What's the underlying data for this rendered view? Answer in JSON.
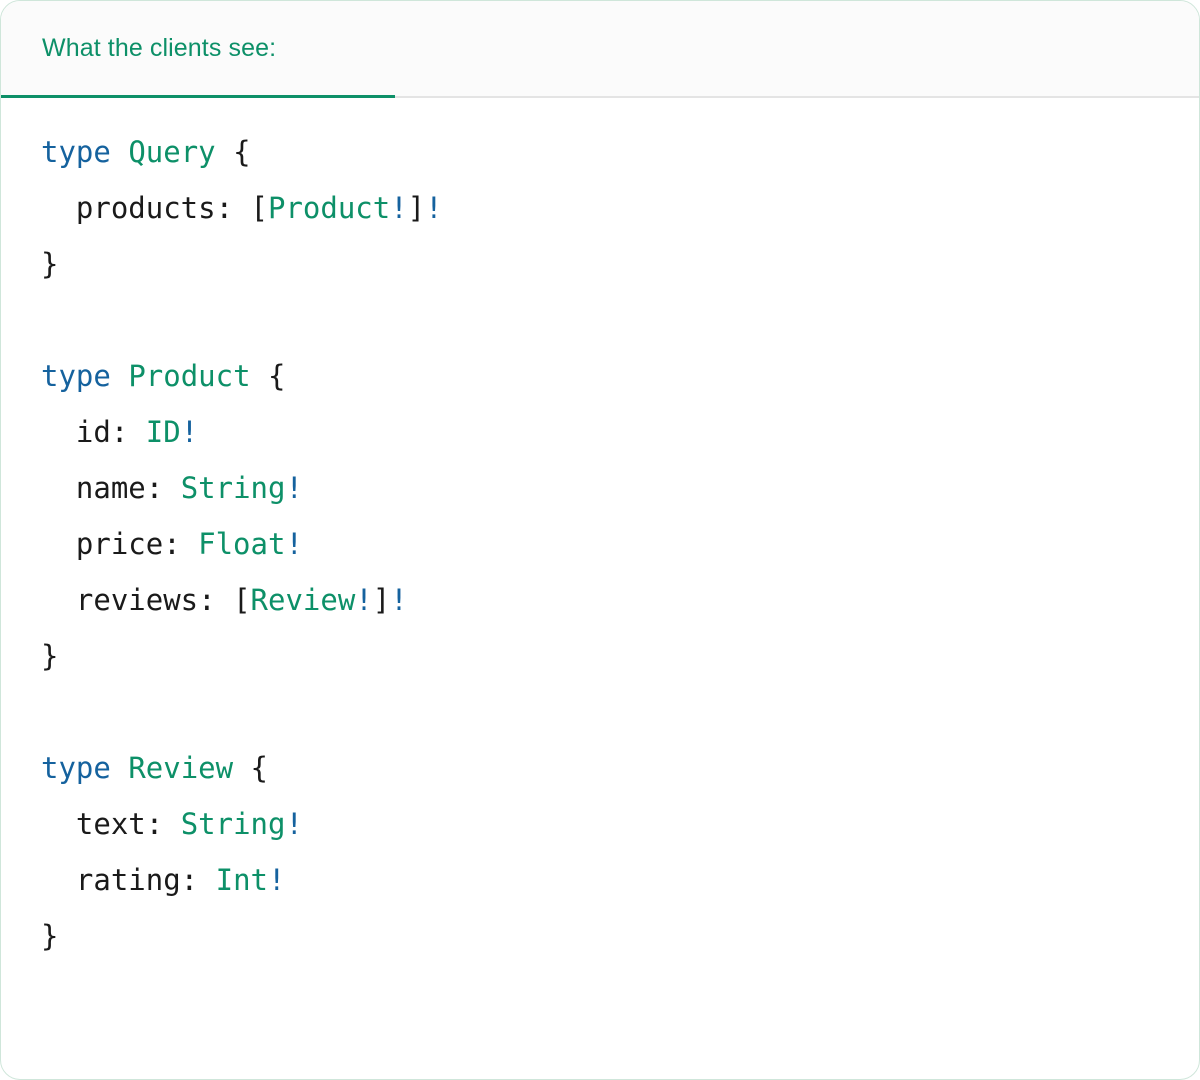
{
  "card": {
    "border_color": "#cfe6da",
    "background": "#ffffff"
  },
  "tabbar": {
    "background": "#fbfbfb",
    "divider_color": "#e4e4e4",
    "tabs": [
      {
        "label": "What the clients see:",
        "active": true,
        "accent_color": "#0d9068"
      }
    ]
  },
  "syntax_colors": {
    "keyword": "#15629e",
    "type_name": "#0d9068",
    "bang": "#15629e",
    "punctuation": "#1a1a1a",
    "field": "#1a1a1a"
  },
  "code": {
    "language": "graphql",
    "lines": [
      {
        "id": "line-1",
        "tokens": [
          {
            "t": "type ",
            "k": "kw"
          },
          {
            "t": "Query",
            "k": "type"
          },
          {
            "t": " {",
            "k": "punc"
          }
        ]
      },
      {
        "id": "line-2",
        "tokens": [
          {
            "t": "  products: ",
            "k": "field"
          },
          {
            "t": "[",
            "k": "punc"
          },
          {
            "t": "Product",
            "k": "type"
          },
          {
            "t": "!",
            "k": "bang"
          },
          {
            "t": "]",
            "k": "punc"
          },
          {
            "t": "!",
            "k": "bang"
          }
        ]
      },
      {
        "id": "line-3",
        "tokens": [
          {
            "t": "}",
            "k": "punc"
          }
        ]
      },
      {
        "id": "line-4",
        "tokens": [
          {
            "t": "",
            "k": "punc"
          }
        ]
      },
      {
        "id": "line-5",
        "tokens": [
          {
            "t": "type ",
            "k": "kw"
          },
          {
            "t": "Product",
            "k": "type"
          },
          {
            "t": " {",
            "k": "punc"
          }
        ]
      },
      {
        "id": "line-6",
        "tokens": [
          {
            "t": "  id: ",
            "k": "field"
          },
          {
            "t": "ID",
            "k": "type"
          },
          {
            "t": "!",
            "k": "bang"
          }
        ]
      },
      {
        "id": "line-7",
        "tokens": [
          {
            "t": "  name: ",
            "k": "field"
          },
          {
            "t": "String",
            "k": "type"
          },
          {
            "t": "!",
            "k": "bang"
          }
        ]
      },
      {
        "id": "line-8",
        "tokens": [
          {
            "t": "  price: ",
            "k": "field"
          },
          {
            "t": "Float",
            "k": "type"
          },
          {
            "t": "!",
            "k": "bang"
          }
        ]
      },
      {
        "id": "line-9",
        "tokens": [
          {
            "t": "  reviews: ",
            "k": "field"
          },
          {
            "t": "[",
            "k": "punc"
          },
          {
            "t": "Review",
            "k": "type"
          },
          {
            "t": "!",
            "k": "bang"
          },
          {
            "t": "]",
            "k": "punc"
          },
          {
            "t": "!",
            "k": "bang"
          }
        ]
      },
      {
        "id": "line-10",
        "tokens": [
          {
            "t": "}",
            "k": "punc"
          }
        ]
      },
      {
        "id": "line-11",
        "tokens": [
          {
            "t": "",
            "k": "punc"
          }
        ]
      },
      {
        "id": "line-12",
        "tokens": [
          {
            "t": "type ",
            "k": "kw"
          },
          {
            "t": "Review",
            "k": "type"
          },
          {
            "t": " {",
            "k": "punc"
          }
        ]
      },
      {
        "id": "line-13",
        "tokens": [
          {
            "t": "  text: ",
            "k": "field"
          },
          {
            "t": "String",
            "k": "type"
          },
          {
            "t": "!",
            "k": "bang"
          }
        ]
      },
      {
        "id": "line-14",
        "tokens": [
          {
            "t": "  rating: ",
            "k": "field"
          },
          {
            "t": "Int",
            "k": "type"
          },
          {
            "t": "!",
            "k": "bang"
          }
        ]
      },
      {
        "id": "line-15",
        "tokens": [
          {
            "t": "}",
            "k": "punc"
          }
        ]
      }
    ]
  }
}
